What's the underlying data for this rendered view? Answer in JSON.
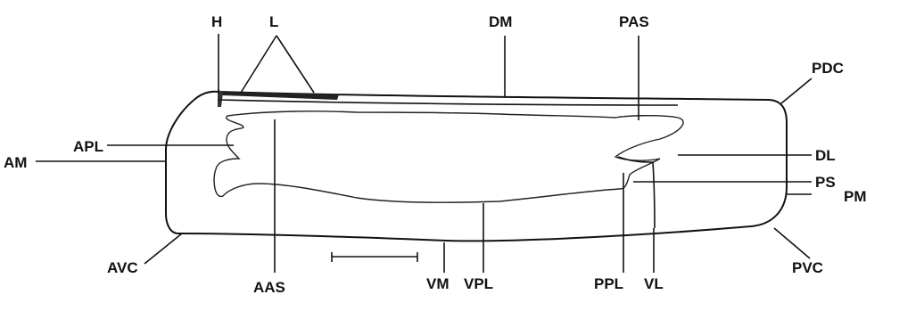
{
  "labels": {
    "H": "H",
    "L": "L",
    "DM": "DM",
    "PAS": "PAS",
    "PDC": "PDC",
    "DL": "DL",
    "PS": "PS",
    "PM": "PM",
    "PVC": "PVC",
    "VL": "VL",
    "PPL": "PPL",
    "VPL": "VPL",
    "VM": "VM",
    "AAS": "AAS",
    "AVC": "AVC",
    "AM": "AM",
    "APL": "APL"
  }
}
